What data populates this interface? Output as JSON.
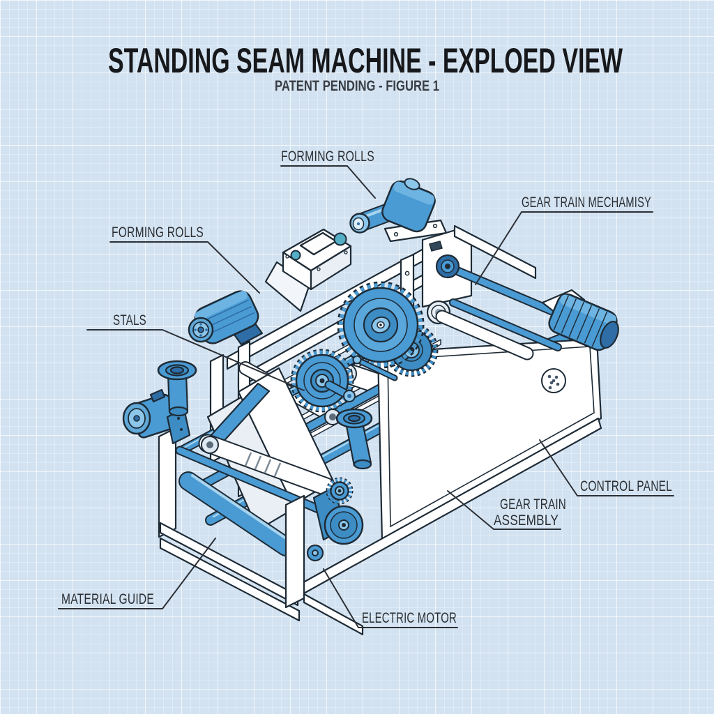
{
  "title": "STANDING SEAM MACHINE - EXPLOED VIEW",
  "subtitle": "PATENT PENDING - FIGURE 1",
  "labels": {
    "forming_rolls_top": "FORMING ROLLS",
    "gear_train_mechanism": "GEAR TRAIN MECHAMISY",
    "forming_rolls_left": "FORMING ROLLS",
    "seals": "STALS",
    "control_panel": "CONTROL PANEL",
    "gear_train_assembly_line1": "GEAR TRAIN",
    "gear_train_assembly_line2": "ASSEMBLY",
    "material_guide": "MATERIAL GUIDE",
    "electric_motor": "ELECTRIC MOTOR"
  },
  "colors": {
    "background": "#d2e2f1",
    "grid_line": "#ffffff",
    "machine_blue": "#4a9bd4",
    "machine_blue_mid": "#3d8cc4",
    "machine_blue_dark": "#2e6da5",
    "machine_blue_light": "#8cc6ea",
    "outline": "#1e2b36",
    "white_part": "#ffffff",
    "button_teal": "#53aec6",
    "title_text": "#17181b",
    "label_text": "#2b2f34",
    "leader_line": "#2c3036"
  }
}
